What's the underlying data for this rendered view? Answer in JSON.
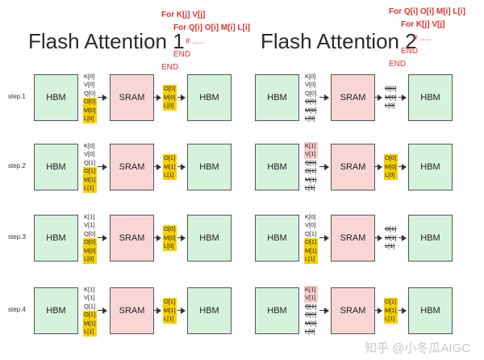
{
  "title_left": "Flash Attention 1",
  "title_right": "Flash Attention 2",
  "loops_left": [
    "For K[j] V[j]",
    "For Q[i] O[i] M[i] L[i]",
    "# .....",
    "END",
    "END"
  ],
  "loops_right": [
    "For Q[i] O[i] M[i] L[i]",
    "For K[j] V[j]",
    "# .....",
    "END",
    "END"
  ],
  "hbm_label": "HBM",
  "sram_label": "SRAM",
  "steps": [
    "step.1",
    "step.2",
    "step.3",
    "step.4"
  ],
  "fa1_in": [
    [
      "K[0]",
      "V[0]",
      "Q[0]",
      "O[0]",
      "M[0]",
      "L[0]"
    ],
    [
      "K[0]",
      "V[0]",
      "Q[1]",
      "O[1]",
      "M[1]",
      "L[1]"
    ],
    [
      "K[1]",
      "V[1]",
      "Q[0]",
      "O[0]",
      "M[0]",
      "L[0]"
    ],
    [
      "K[1]",
      "V[1]",
      "Q[1]",
      "O[1]",
      "M[1]",
      "L[1]"
    ]
  ],
  "fa1_out": [
    [
      "O[0]",
      "M[0]",
      "L[0]"
    ],
    [
      "O[1]",
      "M[1]",
      "L[1]"
    ],
    [
      "O[0]",
      "M[0]",
      "L[0]"
    ],
    [
      "O[1]",
      "M[1]",
      "L[1]"
    ]
  ],
  "fa2_in": [
    [
      "K[0]",
      "V[0]",
      "Q[0]",
      "O[0]",
      "M[0]",
      "L[0]"
    ],
    [
      "K[1]",
      "V[1]",
      "Q[0]",
      "O[1]",
      "M[1]",
      "L[1]"
    ],
    [
      "K[0]",
      "V[0]",
      "Q[1]",
      "O[1]",
      "M[1]",
      "L[1]"
    ],
    [
      "K[1]",
      "V[1]",
      "Q[1]",
      "O[0]",
      "M[0]",
      "L[0]"
    ]
  ],
  "fa2_out": [
    [
      "O[0]",
      "M[0]",
      "L[0]"
    ],
    [
      "O[0]",
      "M[0]",
      "L[0]"
    ],
    [
      "O[1]",
      "M[1]",
      "L[1]"
    ],
    [
      "O[1]",
      "M[1]",
      "L[1]"
    ]
  ],
  "watermark": "知乎 @小冬瓜AIGC"
}
